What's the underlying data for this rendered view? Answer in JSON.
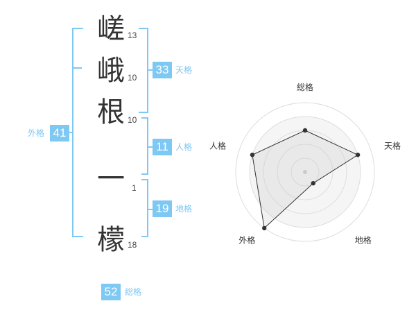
{
  "name": {
    "chars": [
      {
        "char": "嵯",
        "strokes": "13"
      },
      {
        "char": "峨",
        "strokes": "10"
      },
      {
        "char": "根",
        "strokes": "10"
      },
      {
        "char": "一",
        "strokes": "1"
      },
      {
        "char": "檬",
        "strokes": "18"
      }
    ]
  },
  "fortune": {
    "tenkaku": {
      "value": "33",
      "label": "天格"
    },
    "jinkaku": {
      "value": "11",
      "label": "人格"
    },
    "chikaku": {
      "value": "19",
      "label": "地格"
    },
    "gaikaku": {
      "value": "41",
      "label": "外格"
    },
    "soukaku": {
      "value": "52",
      "label": "総格"
    }
  },
  "colors": {
    "accent": "#7ec8f4",
    "text": "#333333"
  },
  "chart_data": {
    "type": "radar",
    "axes": [
      "総格",
      "天格",
      "地格",
      "外格",
      "人格"
    ],
    "values": [
      3,
      4,
      1,
      5,
      4
    ],
    "rmax": 5,
    "rings": 5
  }
}
